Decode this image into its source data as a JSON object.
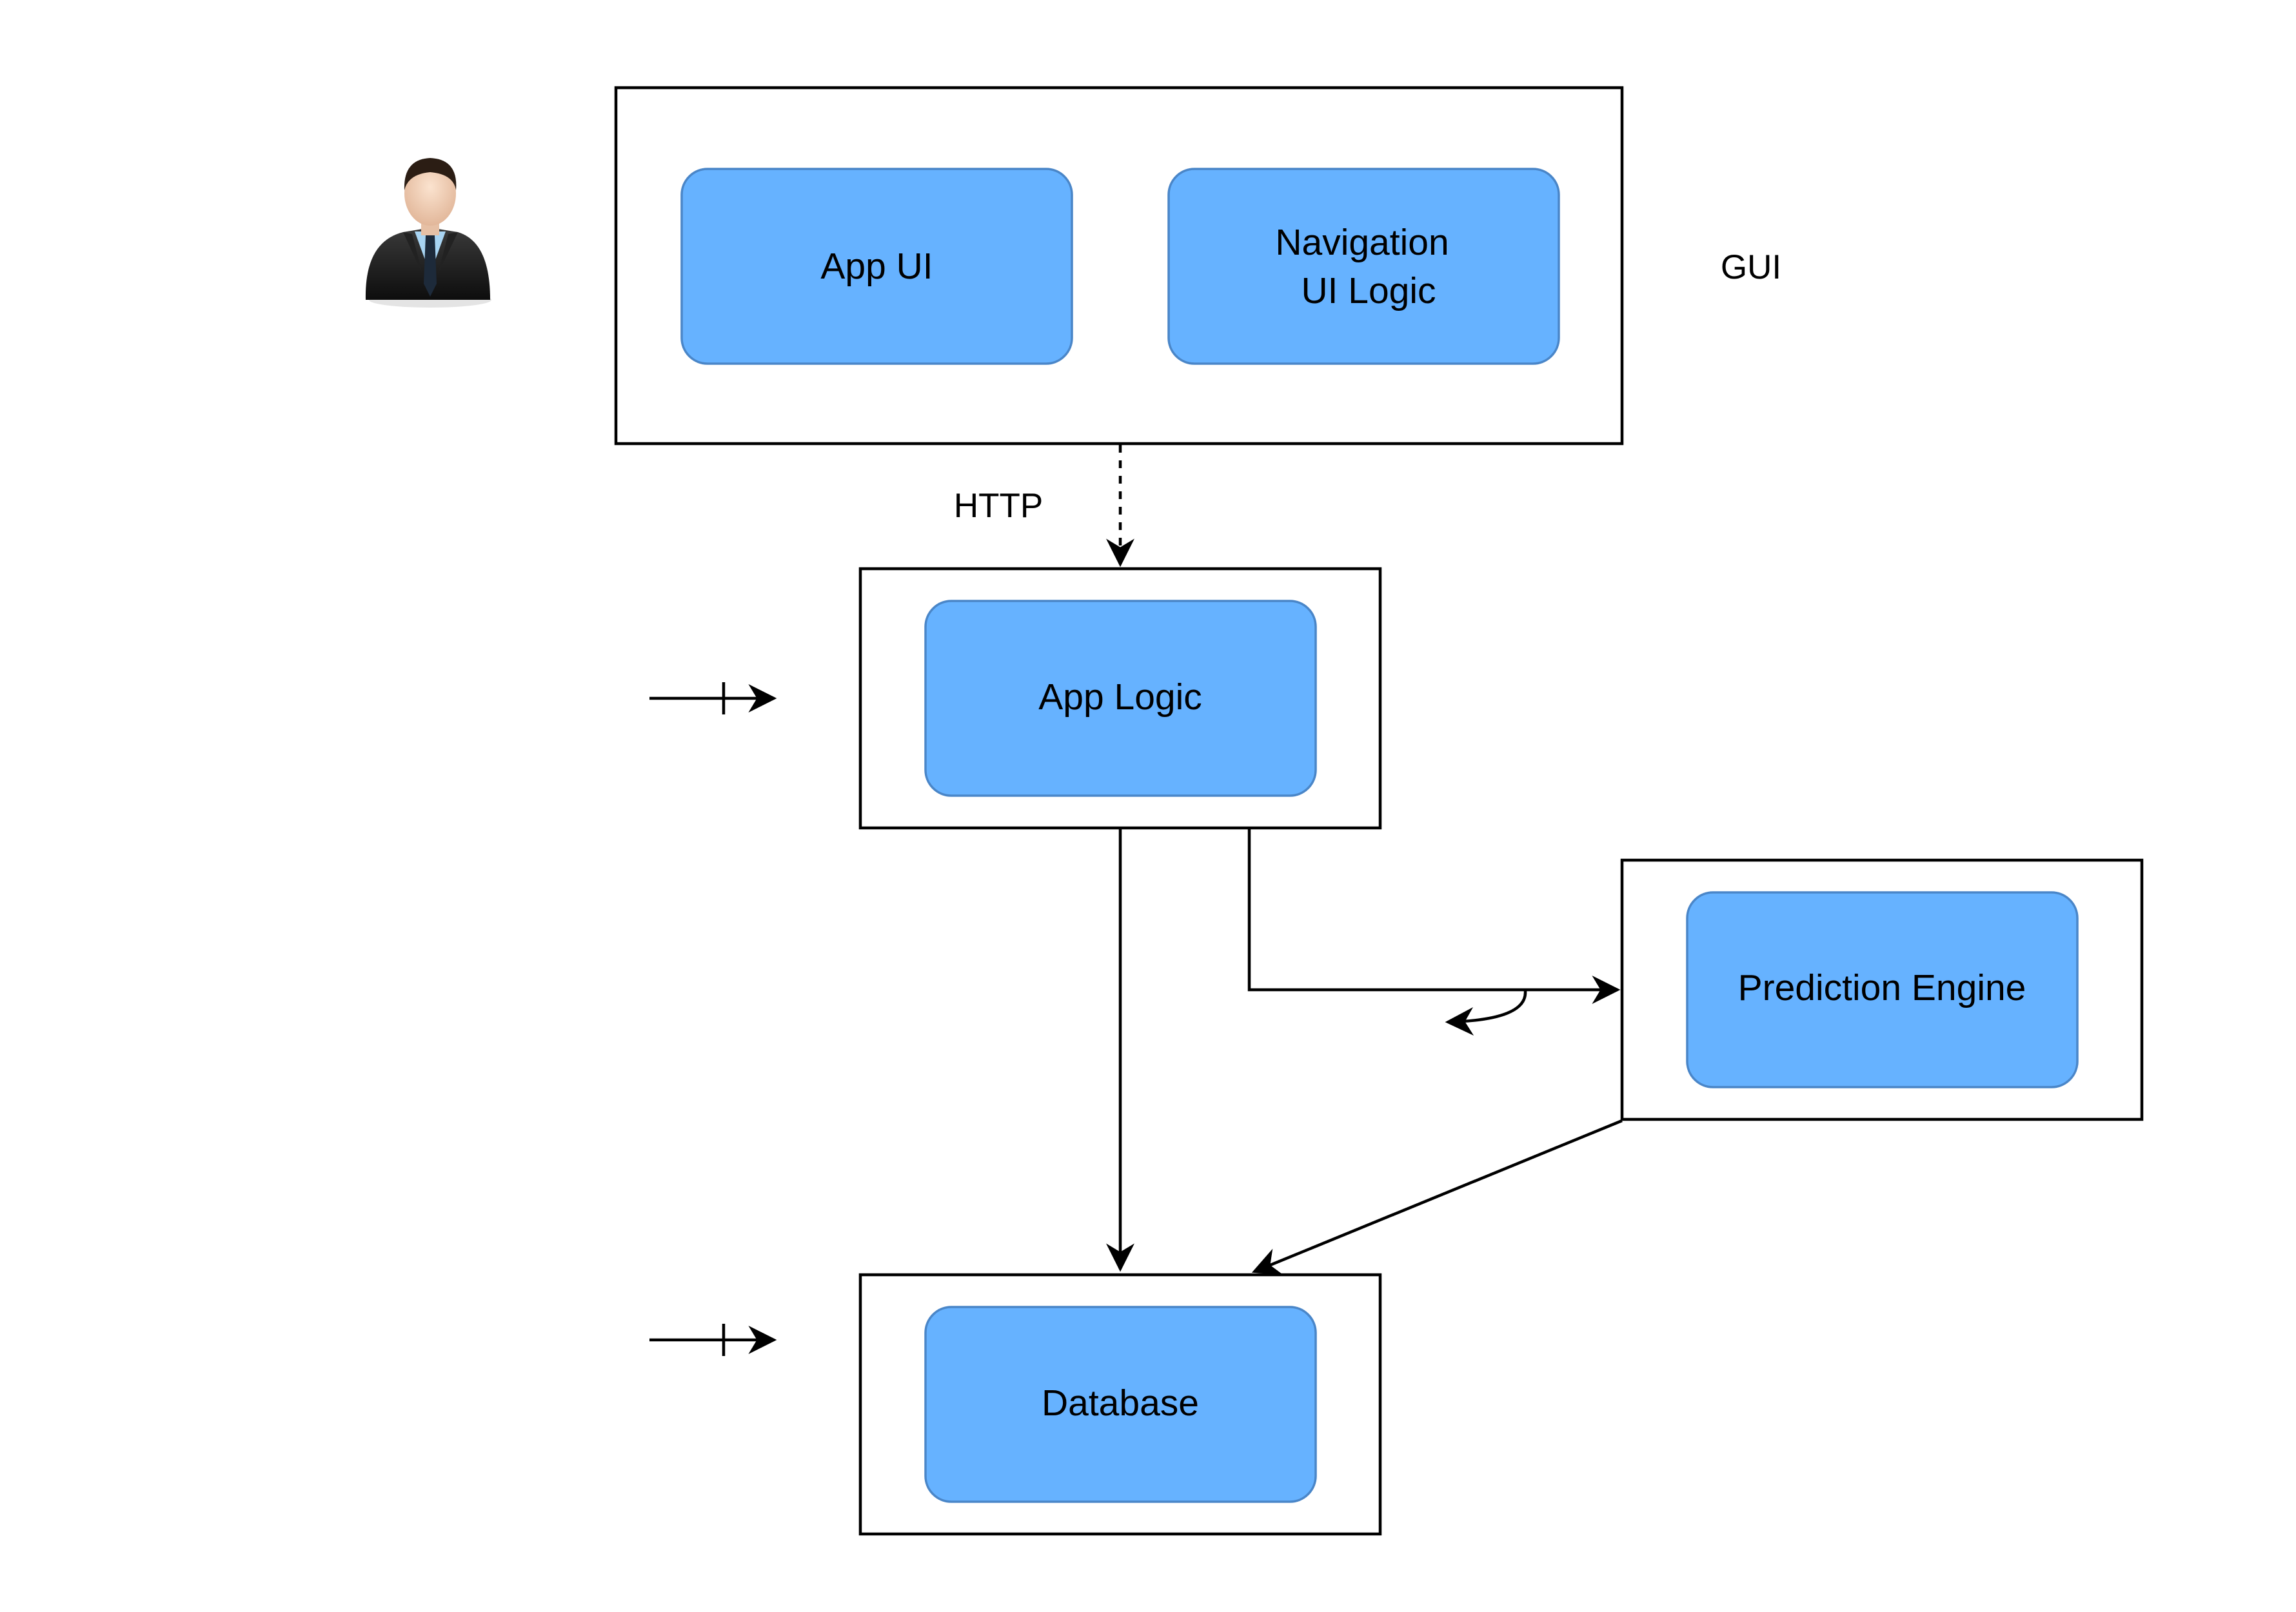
{
  "labels": {
    "gui": "GUI",
    "http": "HTTP"
  },
  "nodes": {
    "app_ui": "App UI",
    "navigation_ui_logic_line1": "Navigation",
    "navigation_ui_logic_line2": "UI Logic",
    "app_logic": "App Logic",
    "prediction_engine": "Prediction Engine",
    "database": "Database"
  },
  "icons": {
    "user": "user-avatar-icon"
  },
  "colors": {
    "node_fill": "#66b2ff",
    "node_border": "#4a86c8",
    "container_border": "#000000",
    "edge": "#000000"
  }
}
